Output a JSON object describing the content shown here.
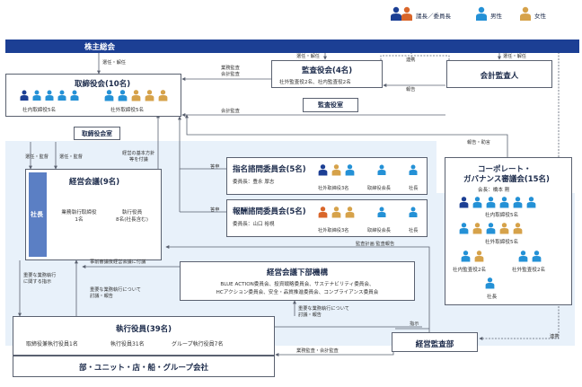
{
  "legend": {
    "chair_label": "議長／委員長",
    "male_label": "男性",
    "female_label": "女性"
  },
  "colors": {
    "navy": "#1c3f94",
    "blue": "#2491d6",
    "gold": "#d6a24a",
    "orange": "#d9662a",
    "shade": "#e8f1fa",
    "line": "#5a6170"
  },
  "shareholders": {
    "title": "株主総会"
  },
  "board": {
    "title": "取締役会(10名)",
    "inside_label": "社内取締役5名",
    "outside_label": "社外取締役5名",
    "office": "取締役会室"
  },
  "audit_board": {
    "title": "監査役会(4名)",
    "detail": "社外監査役2名、社内監査役2名",
    "office": "監査役室"
  },
  "accountant": {
    "title": "会計監査人"
  },
  "mgmt": {
    "title": "経営会議(9名)",
    "president": "社長",
    "col1_line1": "業務執行取締役",
    "col1_line2": "1名",
    "col2_line1": "執行役員",
    "col2_line2": "8名(社長含む)"
  },
  "nomination": {
    "title": "指名諮問委員会(5名)",
    "chair": "委員長：豊永 厚志",
    "group_labels": [
      "社外取締役3名",
      "取締役会長",
      "社長"
    ]
  },
  "compensation": {
    "title": "報酬諮問委員会(5名)",
    "chair": "委員長：山口 裕視",
    "group_labels": [
      "社外取締役3名",
      "取締役会長",
      "社長"
    ]
  },
  "governance": {
    "title_line1": "コーポレート・",
    "title_line2": "ガバナンス審議会(15名)",
    "chair": "会長：橋本 剛",
    "group1": "社内取締役5名",
    "group2": "社外取締役5名",
    "group3": "社内監査役2名",
    "group4": "社外監査役2名",
    "group5": "社長"
  },
  "subcommittees": {
    "title": "経営会議下部機構",
    "line1": "BLUE ACTION委員会、投資戦略委員会、サステナビリティ委員会、",
    "line2": "HCアクション委員会、安全・品質推進委員会、コンプライアンス委員会"
  },
  "officers": {
    "title": "執行役員(39名)",
    "item1": "取締役兼執行役員1名",
    "item2": "執行役員31名",
    "item3": "グループ執行役員7名",
    "units": "部・ユニット・店・船・グループ会社"
  },
  "internal_audit": {
    "title": "経営監査部"
  },
  "arrows": {
    "elect1": "選任・解任",
    "elect2": "選任・解任",
    "elect3": "選任・解任",
    "coop1": "連携",
    "coop2": "連携",
    "report1": "報告",
    "audit1_line1": "業務監査",
    "audit1_line2": "会計監査",
    "audit2": "会計監査",
    "report_advice": "報告・助言",
    "select_supervise1": "選任・監督",
    "select_supervise2": "選任・監督",
    "basic_policy_line1": "経営の基本方針",
    "basic_policy_line2": "等を付議",
    "inquiry1": "答申",
    "inquiry2": "答申",
    "audit_plan_report": "監査計画 監査報告",
    "pre_deliberation": "事前審議後経営会議に付議",
    "important_exec1_line1": "重要な業務執行",
    "important_exec1_line2": "に関する指示",
    "important_exec2_line1": "重要な業務執行について",
    "important_exec2_line2": "討議・報告",
    "important_exec3_line1": "重要な業務執行について",
    "important_exec3_line2": "討議・報告",
    "instruction": "指示",
    "business_accounting_audit": "業務監査・会計監査"
  }
}
